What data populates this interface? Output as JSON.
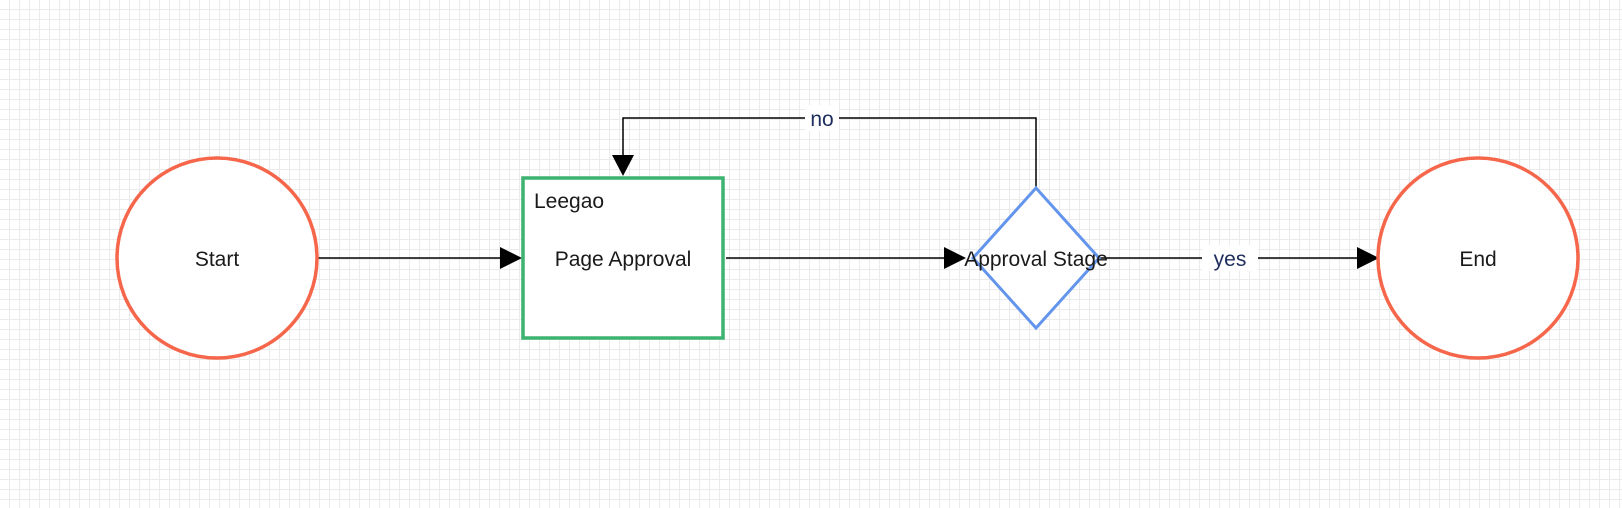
{
  "diagram": {
    "nodes": {
      "start": {
        "label": "Start",
        "shape": "circle",
        "stroke": "#f5664a"
      },
      "task": {
        "label": "Page Approval",
        "assignee": "Leegao",
        "shape": "rectangle",
        "stroke": "#3cb371"
      },
      "decision": {
        "label": "Approval Stage",
        "shape": "diamond",
        "stroke": "#6495ed"
      },
      "end": {
        "label": "End",
        "shape": "circle",
        "stroke": "#f5664a"
      }
    },
    "edges": {
      "start_to_task": {
        "label": ""
      },
      "task_to_decision": {
        "label": ""
      },
      "decision_to_end": {
        "label": "yes"
      },
      "decision_to_task": {
        "label": "no"
      }
    },
    "colors": {
      "edge": "#000000",
      "grid": "#ebebeb",
      "edge_label": "#1f2d5c"
    }
  }
}
